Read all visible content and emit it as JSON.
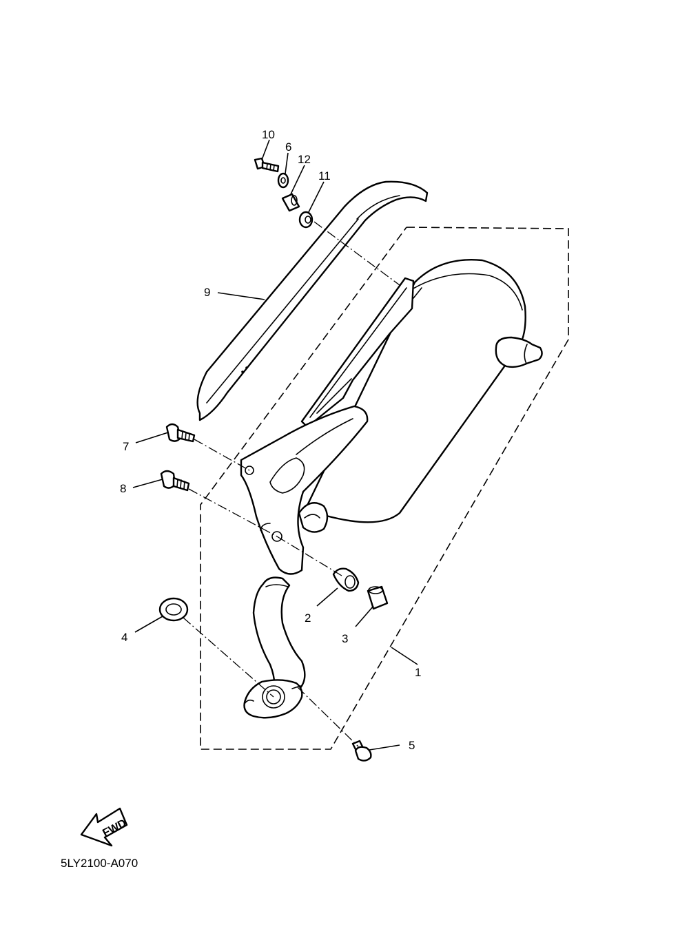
{
  "callouts": {
    "c1": "1",
    "c2": "2",
    "c3": "3",
    "c4": "4",
    "c5": "5",
    "c6": "6",
    "c7": "7",
    "c8": "8",
    "c9": "9",
    "c10": "10",
    "c11": "11",
    "c12": "12"
  },
  "fwd_label": "FWD",
  "diagram_code": "5LY2100-A070"
}
